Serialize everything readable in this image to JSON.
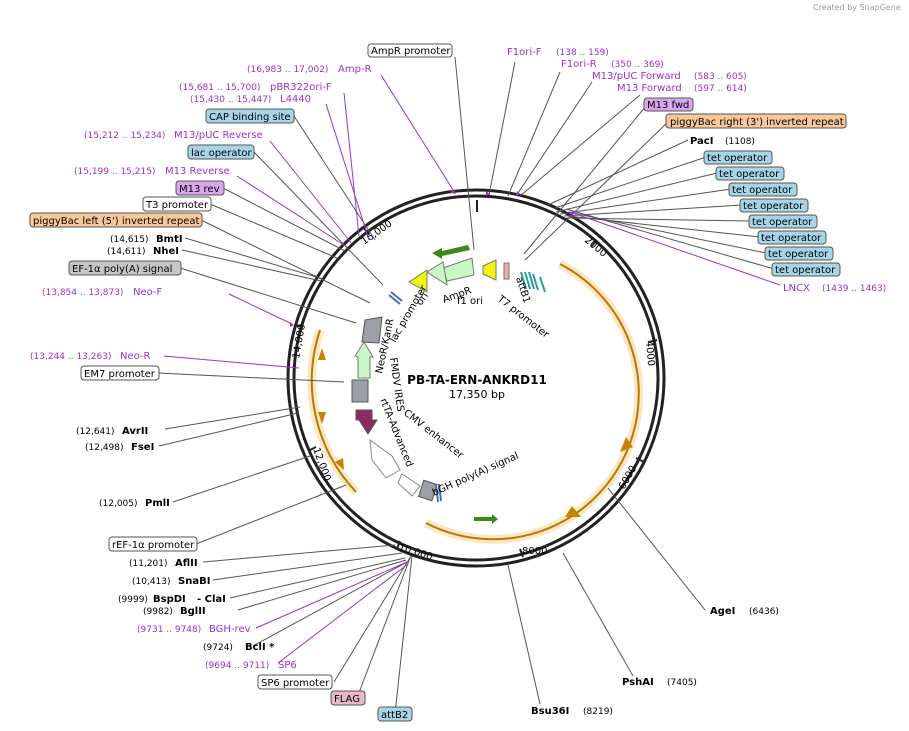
{
  "watermark": "Created by SnapGene",
  "plasmid": {
    "name": "PB-TA-ERN-ANKRD11",
    "size": "17,350 bp"
  },
  "ticks": [
    "2000",
    "4000",
    "6000",
    "8000",
    "10,000",
    "12,000",
    "14,000",
    "16,000"
  ],
  "features": [
    "ori",
    "AmpR",
    "f1 ori",
    "attB1",
    "T7 promoter",
    "lac promoter",
    "NeoR/KanR",
    "FMDV IRES",
    "rtTA-Advanced",
    "CMV enhancer",
    "bGH poly(A) signal"
  ],
  "labels": {
    "ampr_promoter": "AmpR promoter",
    "f1ori_f": "F1ori-F",
    "f1ori_f_range": "(138 .. 159)",
    "f1ori_r": "F1ori-R",
    "f1ori_r_range": "(350 .. 369)",
    "m13puc_fwd": "M13/pUC Forward",
    "m13puc_fwd_range": "(583 .. 605)",
    "m13_fwd2": "M13 Forward",
    "m13_fwd2_range": "(597 .. 614)",
    "m13_fwd": "M13 fwd",
    "pbac_right": "piggyBac right (3') inverted repeat",
    "paci": "PacI",
    "paci_pos": "(1108)",
    "tet_operator": "tet operator",
    "lncx": "LNCX",
    "lncx_range": "(1439 .. 1463)",
    "amp_r": "Amp-R",
    "amp_r_range": "(16,983 .. 17,002)",
    "pbr322": "pBR322ori-F",
    "pbr322_range": "(15,681 .. 15,700)",
    "l4440": "L4440",
    "l4440_range": "(15,430 .. 15,447)",
    "cap": "CAP binding site",
    "m13puc_rev": "M13/pUC Reverse",
    "m13puc_rev_range": "(15,212 .. 15,234)",
    "lac_operator": "lac operator",
    "m13_reverse": "M13 Reverse",
    "m13_reverse_range": "(15,199 .. 15,215)",
    "m13_rev": "M13 rev",
    "t3": "T3 promoter",
    "pbac_left": "piggyBac left (5') inverted repeat",
    "bmti": "BmtI",
    "bmti_pos": "(14,615)",
    "nhei": "NheI",
    "nhei_pos": "(14,611)",
    "ef1a_polya": "EF-1α poly(A) signal",
    "neo_f": "Neo-F",
    "neo_f_range": "(13,854 .. 13,873)",
    "neo_r": "Neo-R",
    "neo_r_range": "(13,244 .. 13,263)",
    "em7": "EM7 promoter",
    "avrii": "AvrII",
    "avrii_pos": "(12,641)",
    "fsei": "FseI",
    "fsei_pos": "(12,498)",
    "pmli": "PmlI",
    "pmli_pos": "(12,005)",
    "ref1a": "rEF-1α promoter",
    "aflii": "AflII",
    "aflii_pos": "(11,201)",
    "snabi": "SnaBI",
    "snabi_pos": "(10,413)",
    "bspdi": "BspDI",
    "bspdi_pos": "(9999)",
    "clai": "- ClaI",
    "bglii": "BglII",
    "bglii_pos": "(9982)",
    "bgh_rev": "BGH-rev",
    "bgh_rev_range": "(9731 .. 9748)",
    "bcli": "BclI *",
    "bcli_pos": "(9724)",
    "sp6": "SP6",
    "sp6_range": "(9694 .. 9711)",
    "sp6_promoter": "SP6 promoter",
    "flag": "FLAG",
    "attb2": "attB2",
    "bsu36i": "Bsu36I",
    "bsu36i_pos": "(8219)",
    "pshai": "PshAI",
    "pshai_pos": "(7405)",
    "agei": "AgeI",
    "agei_pos": "(6436)"
  },
  "colors": {
    "primer": "#9b30d0",
    "site_box": "#a7d5e6",
    "primer_box": "#d9a6ee",
    "lterminal_box": "#f9c89a",
    "polya_box": "#c6c6c6",
    "flag_box": "#e8b8c8",
    "orf": "#f5b642"
  }
}
